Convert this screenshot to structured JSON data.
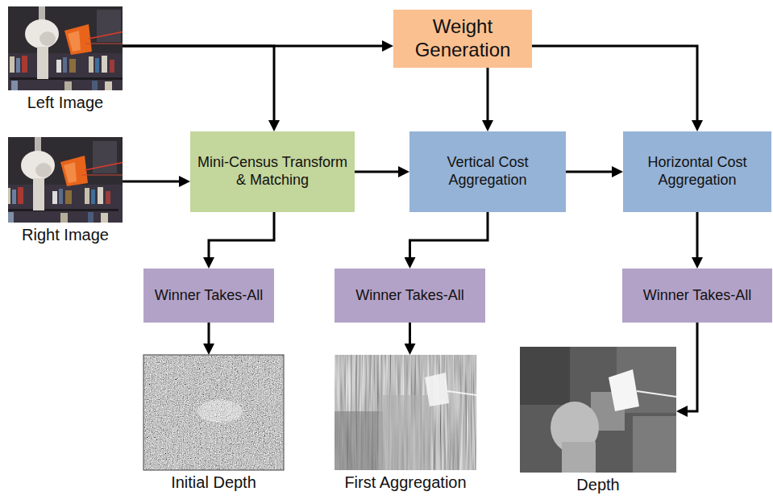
{
  "diagram": {
    "nodes": [
      {
        "text": [
          "Left Image"
        ]
      },
      {
        "text": [
          "Weight Generation"
        ]
      },
      {
        "text": [
          "Right Image"
        ]
      },
      {
        "text": [
          "Mini-Census Transform & Matching"
        ]
      },
      {
        "text": [
          "Vertical Cost Aggregation"
        ]
      },
      {
        "text": [
          "Horizontal Cost Aggregation"
        ]
      },
      {
        "text": [
          "Winner Takes-All"
        ]
      },
      {
        "text": [
          "Winner Takes-All"
        ]
      },
      {
        "text": [
          "Winner Takes-All"
        ]
      },
      {
        "text": [
          "Initial Depth"
        ]
      },
      {
        "text": [
          "First Aggregation"
        ]
      },
      {
        "text": [
          "Depth"
        ]
      }
    ],
    "edges": [
      {
        "from": 0,
        "to": 1,
        "arrow": "to"
      },
      {
        "from": 0,
        "to": 3,
        "arrow": "to"
      },
      {
        "from": 2,
        "to": 3,
        "arrow": "to"
      },
      {
        "from": 1,
        "to": 4,
        "arrow": "to"
      },
      {
        "from": 1,
        "to": 5,
        "arrow": "to"
      },
      {
        "from": 3,
        "to": 4,
        "arrow": "to"
      },
      {
        "from": 4,
        "to": 5,
        "arrow": "to"
      },
      {
        "from": 3,
        "to": 6,
        "arrow": "to"
      },
      {
        "from": 4,
        "to": 7,
        "arrow": "to"
      },
      {
        "from": 5,
        "to": 8,
        "arrow": "to"
      },
      {
        "from": 6,
        "to": 9,
        "arrow": "to"
      },
      {
        "from": 7,
        "to": 10,
        "arrow": "to"
      },
      {
        "from": 8,
        "to": 11,
        "arrow": "to"
      }
    ]
  }
}
